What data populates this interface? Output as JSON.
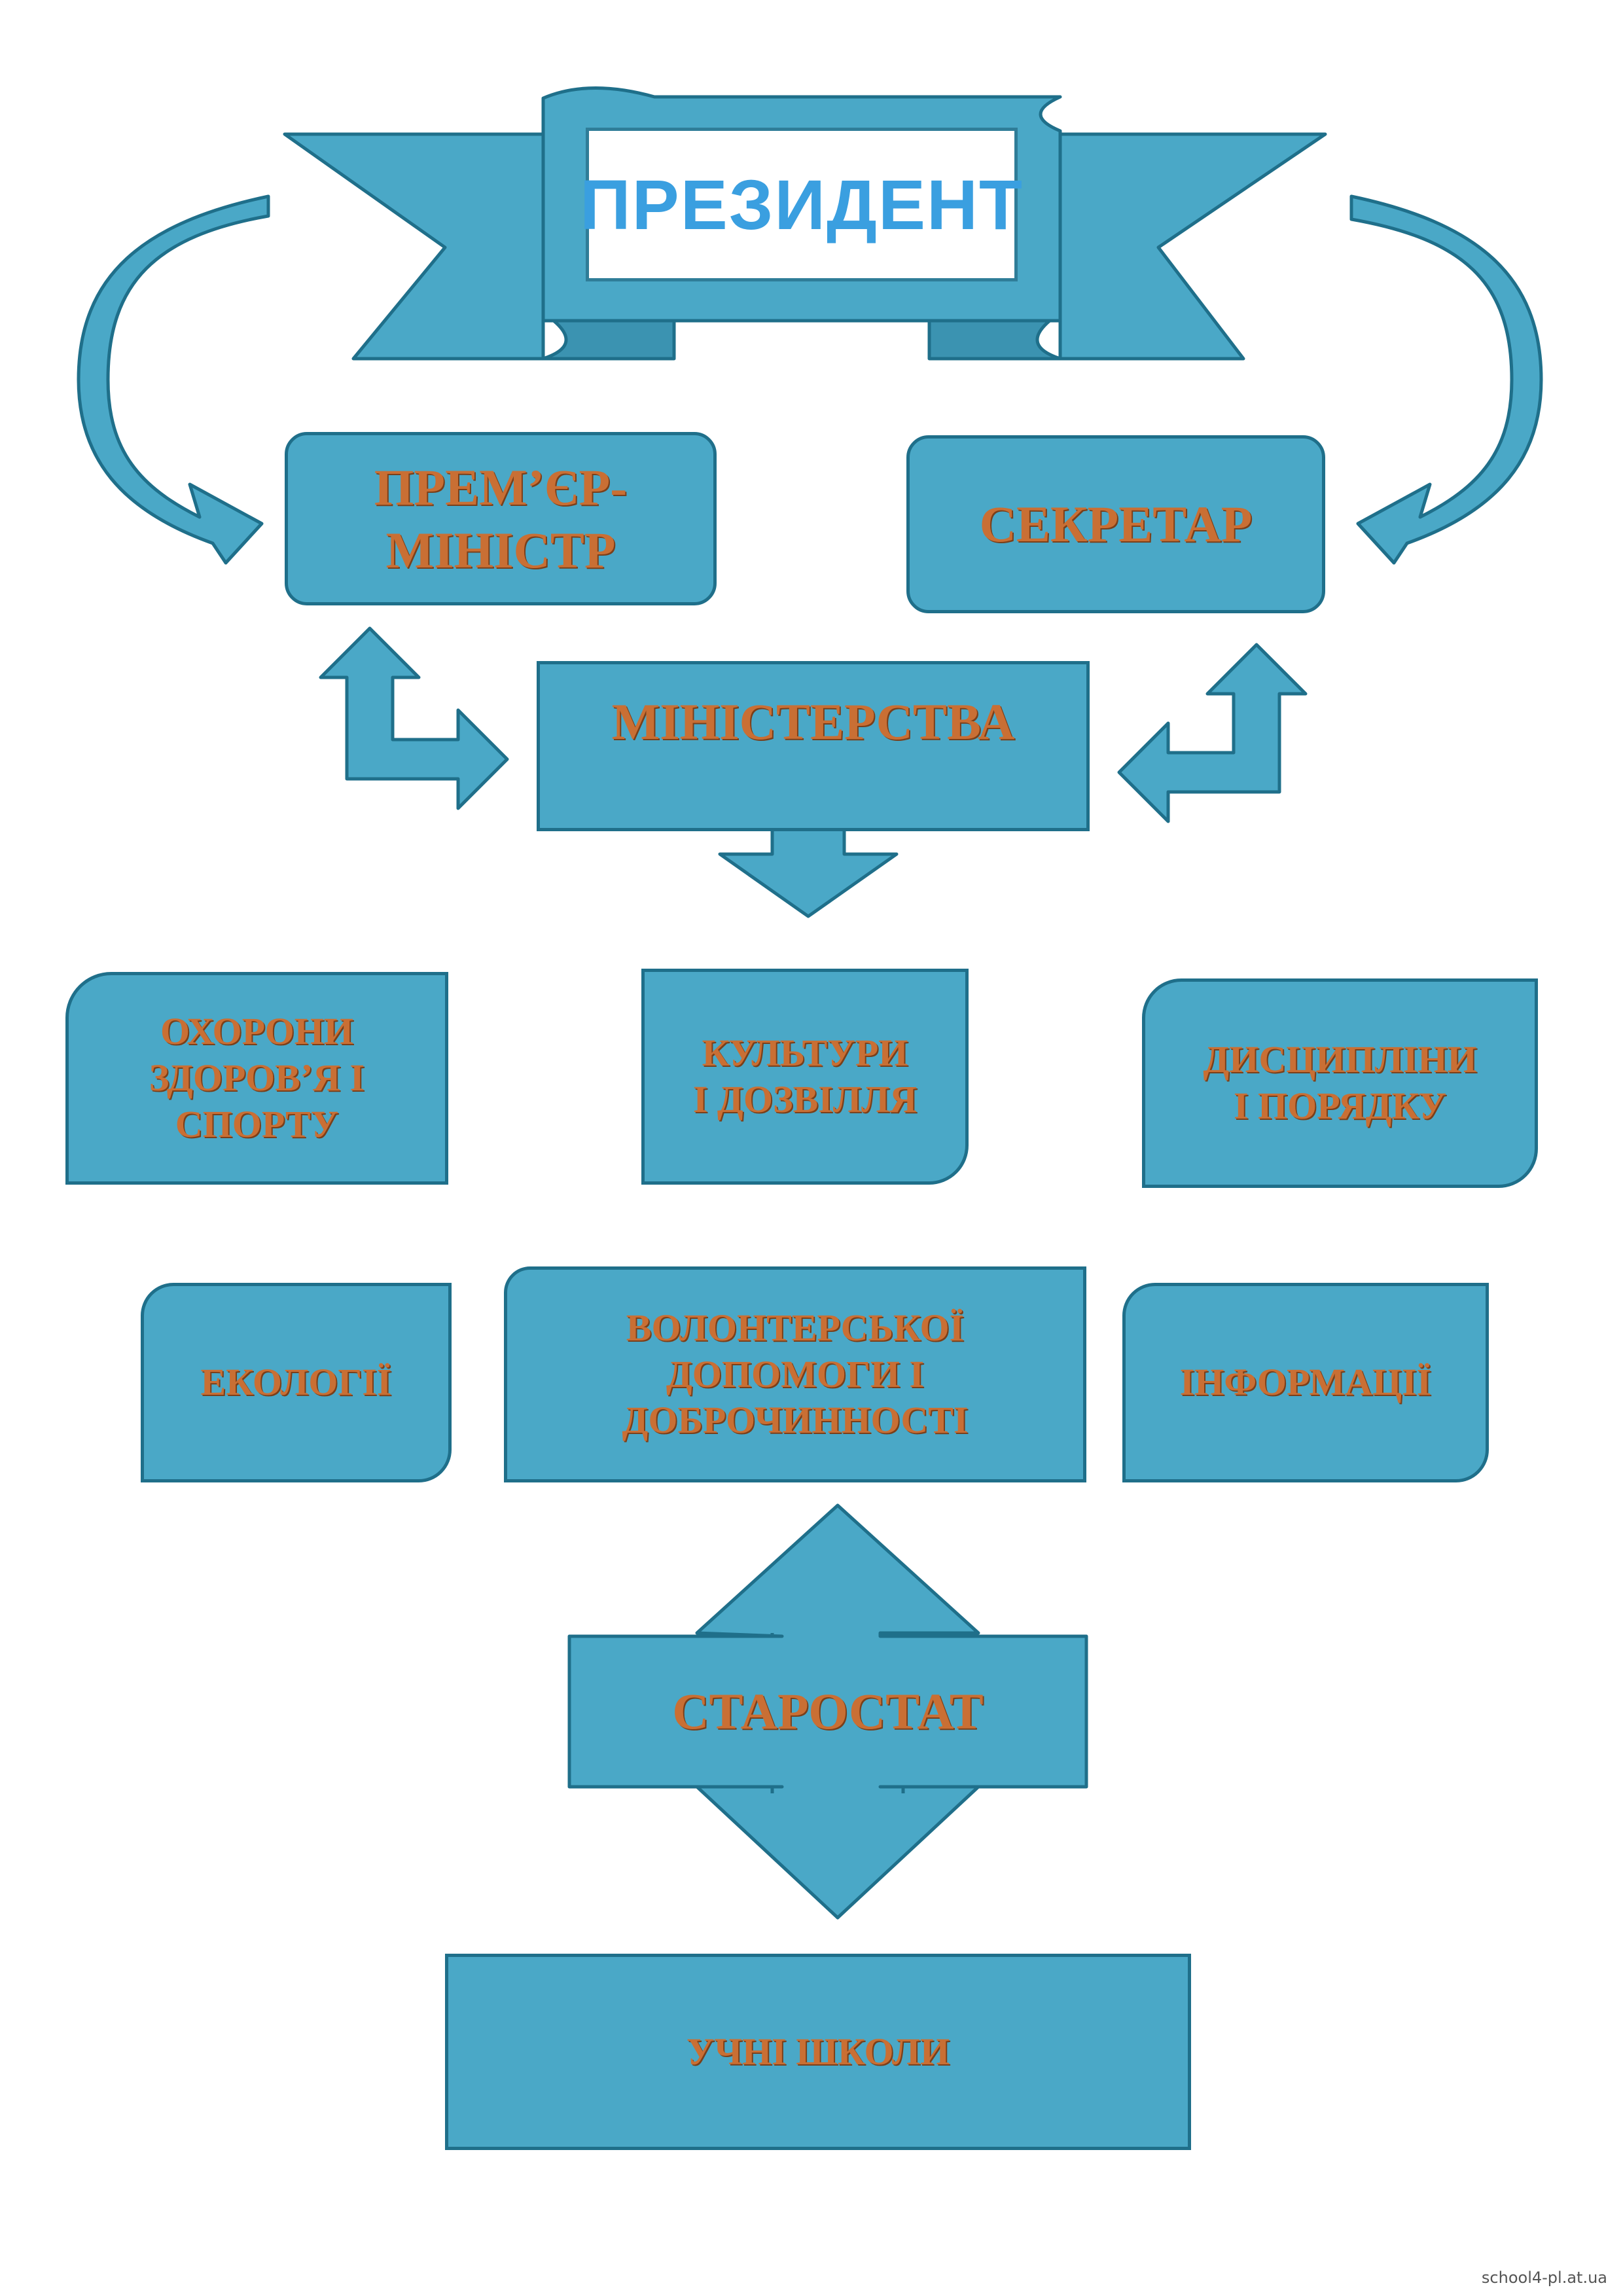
{
  "diagram": {
    "president": "ПРЕЗИДЕНТ",
    "prime_minister": "ПРЕМ’ЄР-\nМІНІСТР",
    "secretary": "СЕКРЕТАР",
    "ministries": "МІНІСТЕРСТВА",
    "health": "ОХОРОНИ\nЗДОРОВ’Я І\nСПОРТУ",
    "culture": "КУЛЬТУРИ\nІ ДОЗВІЛЛЯ",
    "discipline": "ДИСЦИПЛІНИ\nІ ПОРЯДКУ",
    "ecology": "ЕКОЛОГІЇ",
    "volunteer": "ВОЛОНТЕРСЬКОЇ\nДОПОМОГИ І\nДОБРОЧИННОСТІ",
    "information": "ІНФОРМАЦІЇ",
    "starostat": "СТАРОСТАТ",
    "students": "УЧНІ ШКОЛИ"
  },
  "footer": {
    "url": "school4-pl.at.ua"
  },
  "colors": {
    "box_fill": "#4aa8c7",
    "box_border": "#1f6f8a",
    "label_color": "#c96f34",
    "title_color": "#3a9fe0"
  }
}
